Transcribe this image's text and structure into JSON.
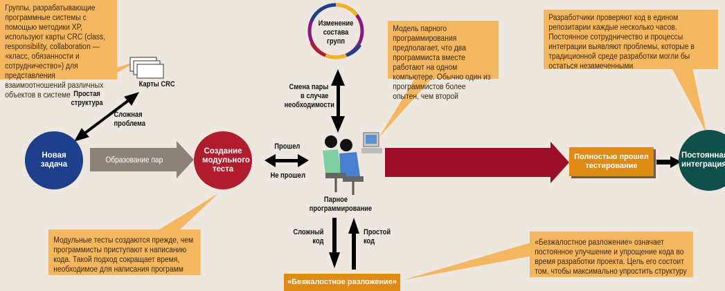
{
  "callouts": {
    "crc": "Группы, разрабатывающие программные системы с помощью методики XP, используют карты CRC (class, responsibility, collaboration — «класс, обязанности и сотрудничество») для представления взаимоотношений различных объектов в системе",
    "pair": "Модель парного программирования предполагает, что два программиста вместе работают на одном компьютере. Обычно один из программистов более опытен, чем второй",
    "integration": "Разработчики проверяют код в едином репозитарии каждые несколько часов. Постоянное сотрудничество и процессы интеграции выявляют проблемы, которые в традиционной среде разработки могли бы остаться незамеченными",
    "unit_tests": "Модульные тесты создаются прежде, чем программисты приступают к написанию кода. Такой подход сокращает время, необходимое для написания программ",
    "refactoring": "«Безжалостное разложение» означает постоянное улучшение и упрощение кода во время разработки проекта. Цель его состоит том, чтобы максимально упростить структуру"
  },
  "nodes": {
    "new_task": "Новая задача",
    "unit_test": "Создание модульного теста",
    "team_change": "Изменение состава групп",
    "pair_programming": "Парное программирование",
    "passed_testing": "Полностью прошел тестирование",
    "continuous_integration": "Постоянная интеграция",
    "refactoring": "«Безжалостное разложение»",
    "crc_cards": "Карты CRC",
    "pairing": "Образование пар"
  },
  "labels": {
    "simple_structure": "Простая структура",
    "complex_problem": "Сложная проблема",
    "passed": "Прошел",
    "failed": "Не прошел",
    "switch_pair": "Смена пары в случае необходимости",
    "complex_code": "Сложный код",
    "simple_code": "Простой код"
  },
  "colors": {
    "background": "#ede7df",
    "callout": "#f4b65f",
    "new_task": "#1d3f8c",
    "unit_test": "#b01c2e",
    "integration": "#0e4f4a",
    "orange_box": "#e08a16",
    "main_arrow": "#9c0c27",
    "pairing_arrow": "#8c8279"
  }
}
